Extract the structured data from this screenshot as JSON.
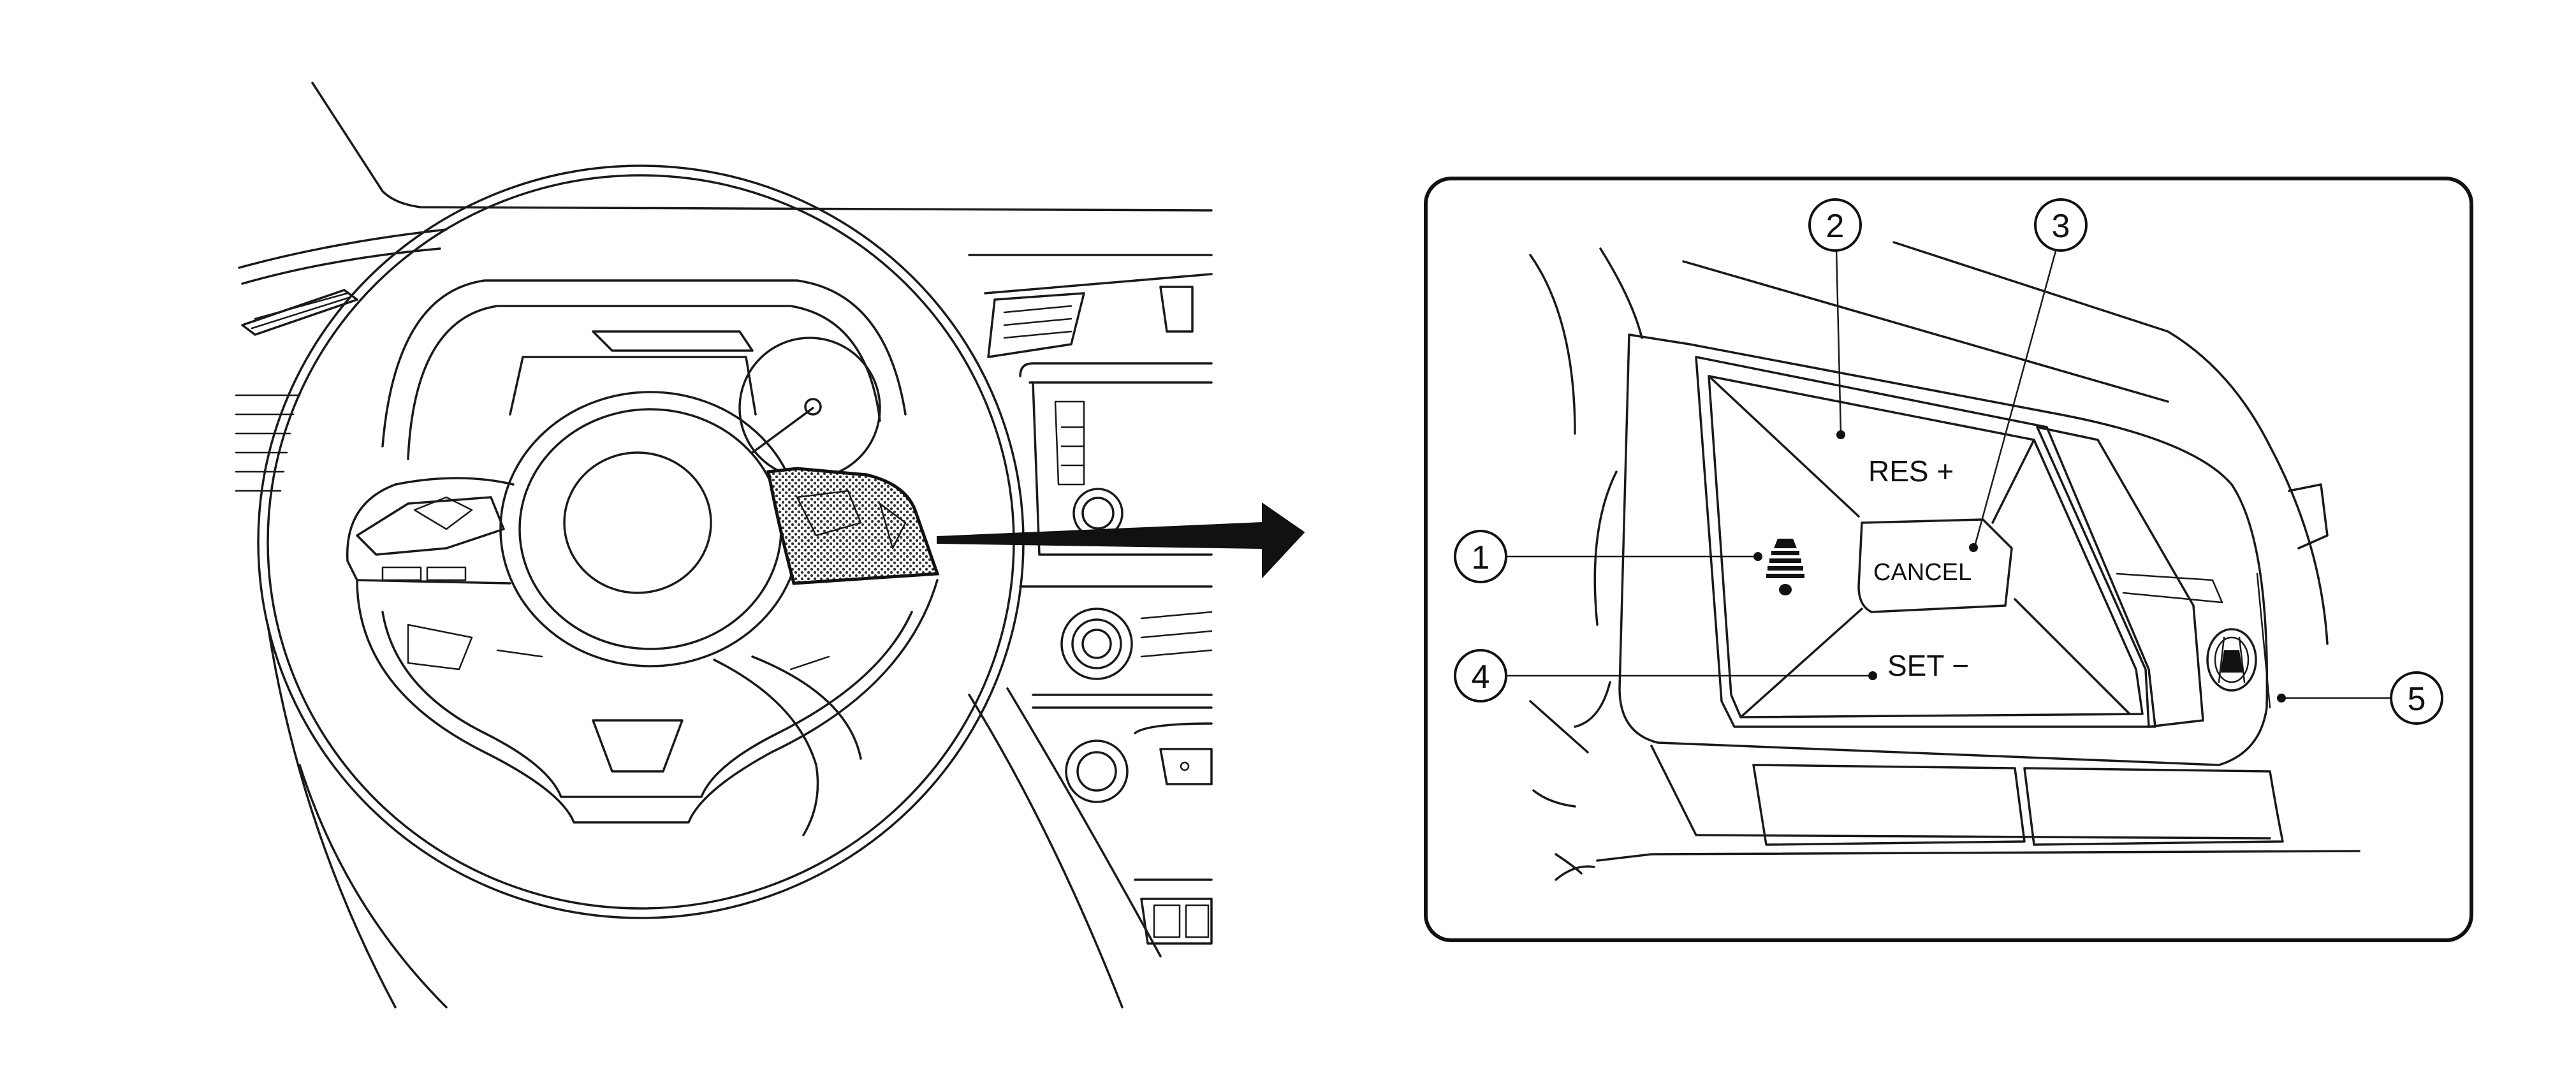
{
  "buttons": {
    "res": "RES +",
    "cancel": "CANCEL",
    "set": "SET −"
  },
  "callouts": [
    "1",
    "2",
    "3",
    "4",
    "5"
  ],
  "icons": {
    "distance": "distance-setting-icon",
    "propilot": "propilot-assist-icon",
    "arrow": "pointer-arrow-icon"
  },
  "colors": {
    "line": "#1a1a1a",
    "background": "#ffffff"
  }
}
